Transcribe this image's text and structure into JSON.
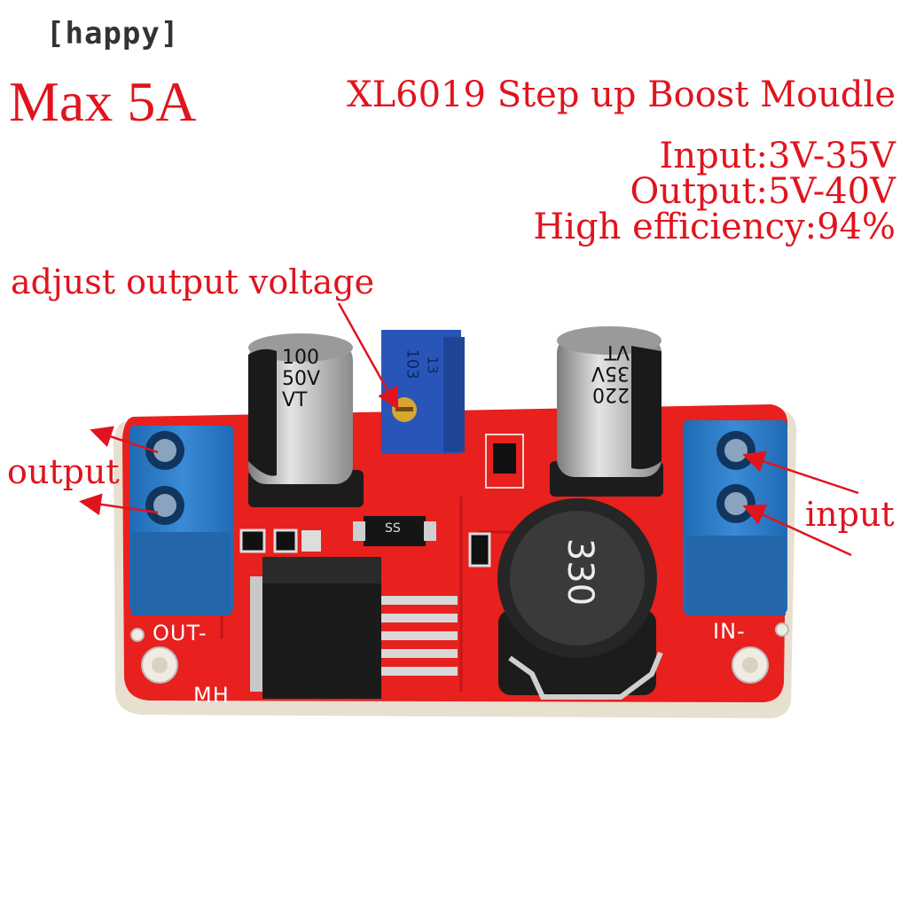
{
  "watermark": "[happy]",
  "heading": {
    "max_current": "Max 5A",
    "title": "XL6019 Step up Boost Moudle"
  },
  "specs": {
    "input": "Input:3V-35V",
    "output": "Output:5V-40V",
    "efficiency": "High efficiency:94%"
  },
  "annotations": {
    "adjust": "adjust output voltage",
    "output": "output",
    "input": "input"
  },
  "board": {
    "cap_left": [
      "100",
      "50V",
      "VT"
    ],
    "cap_right": [
      "220",
      "35V",
      "VT"
    ],
    "pot_label": "103",
    "pot_code": "13",
    "inductor": "330",
    "diode": "SS",
    "out_label": "OUT-",
    "in_label": "IN-",
    "mh_label": "MH"
  },
  "colors": {
    "accent": "#e0141e",
    "pcb": "#e8201e",
    "terminal": "#2f7fc8",
    "pot": "#2a55b8"
  }
}
